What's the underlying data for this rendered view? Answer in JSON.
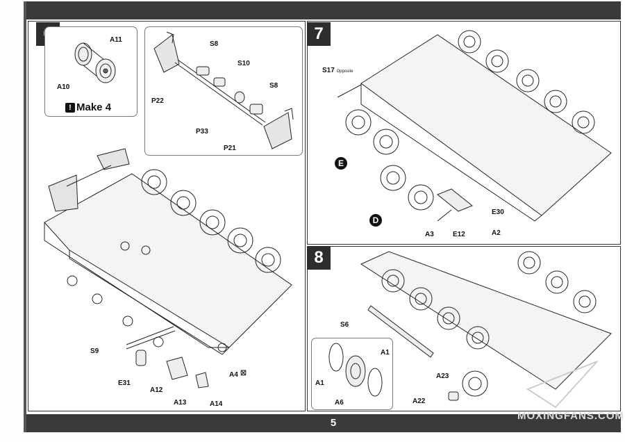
{
  "page": {
    "number": "5",
    "watermark": "MOXINGFANS.COM"
  },
  "steps": [
    {
      "number": "6",
      "make_note": "Make 4",
      "labels": [
        "A11",
        "A10",
        "S8",
        "S10",
        "S8",
        "P22",
        "P33",
        "P21",
        "S9",
        "E31",
        "A12",
        "A13",
        "A14",
        "A4"
      ]
    },
    {
      "number": "7",
      "labels": [
        "S17",
        "Opposite",
        "E30",
        "A3",
        "E12",
        "A2"
      ],
      "callouts": [
        "E",
        "D"
      ]
    },
    {
      "number": "8",
      "labels": [
        "S6",
        "A1",
        "A1",
        "A6",
        "A23",
        "A22"
      ]
    }
  ]
}
